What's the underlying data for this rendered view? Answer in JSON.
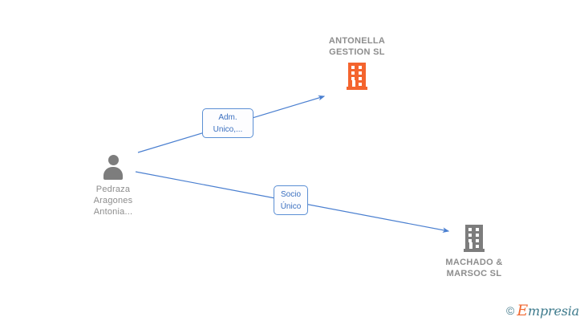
{
  "graph": {
    "nodes": [
      {
        "id": "person",
        "type": "person",
        "icon": "person-icon",
        "label": "Pedraza\nAragones\nAntonia...",
        "color": "#7d7d7d"
      },
      {
        "id": "antonella",
        "type": "company",
        "icon": "building-icon",
        "label": "ANTONELLA\nGESTION  SL",
        "color": "#f4642e",
        "highlighted": true
      },
      {
        "id": "machado",
        "type": "company",
        "icon": "building-icon",
        "label": "MACHADO &\nMARSOC  SL",
        "color": "#7d7d7d",
        "highlighted": false
      }
    ],
    "edges": [
      {
        "id": "edge-adm-unico",
        "from": "person",
        "to": "antonella",
        "label": "Adm.\nUnico,...",
        "color": "#4a7fd0"
      },
      {
        "id": "edge-socio-unico",
        "from": "person",
        "to": "machado",
        "label": "Socio\nÚnico",
        "color": "#4a7fd0"
      }
    ]
  },
  "watermark": {
    "copyright": "©",
    "brand_initial": "E",
    "brand_rest": "mpresia"
  }
}
